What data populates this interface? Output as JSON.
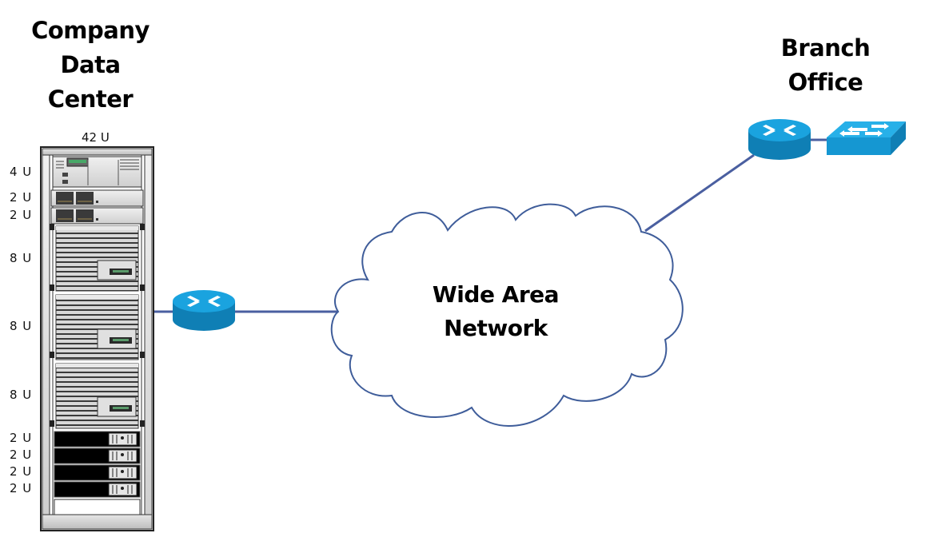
{
  "sites": {
    "datacenter": {
      "title_lines": [
        "Company",
        "Data",
        "Center"
      ]
    },
    "branch": {
      "title_lines": [
        "Branch",
        "Office"
      ]
    }
  },
  "rack": {
    "capacity_label": "42 U",
    "units": [
      {
        "label": "4 U",
        "type": "storage-controller"
      },
      {
        "label": "2 U",
        "type": "disk-array"
      },
      {
        "label": "2 U",
        "type": "disk-array"
      },
      {
        "label": "8 U",
        "type": "blade-chassis"
      },
      {
        "label": "8 U",
        "type": "blade-chassis"
      },
      {
        "label": "8 U",
        "type": "blade-chassis"
      },
      {
        "label": "2 U",
        "type": "server"
      },
      {
        "label": "2 U",
        "type": "server"
      },
      {
        "label": "2 U",
        "type": "server"
      },
      {
        "label": "2 U",
        "type": "server"
      }
    ]
  },
  "wan": {
    "label_lines": [
      "Wide Area",
      "Network"
    ]
  },
  "devices": {
    "datacenter_router": "router",
    "branch_router": "router",
    "branch_switch": "switch"
  },
  "colors": {
    "link": "#4a5fa0",
    "cloud_stroke": "#3f5d9a",
    "device_top": "#1aa3df",
    "device_side": "#0f7fb5"
  }
}
